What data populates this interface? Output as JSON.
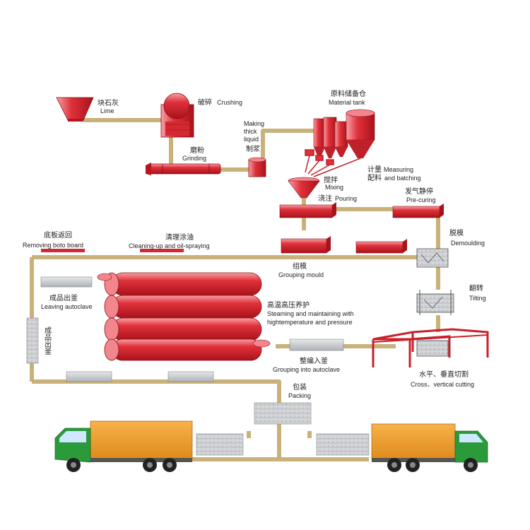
{
  "colors": {
    "conveyor": "#c8b27a",
    "equipment_red": "#e0313a",
    "equipment_dark": "#b8151f",
    "block_grey": "#c9ccd0",
    "truck_body": "#f0a032",
    "truck_cab": "#2a9a3a",
    "frame_red": "#c8202a"
  },
  "labels": {
    "lime_zh": "块石灰",
    "lime_en": "Lime",
    "crushing_zh": "破碎",
    "crushing_en": "Crushing",
    "grinding_zh": "磨粉",
    "grinding_en": "Grinding",
    "making_line1": "Making",
    "making_line2": "thick",
    "making_line3": "liquid",
    "making_zh": "制浆",
    "tank_zh": "原料储备仓",
    "tank_en": "Material tank",
    "measuring_zh": "计量",
    "measuring_en": "Measuring",
    "batching_zh": "配料",
    "batching_en": "and batching",
    "mixing_zh": "搅拌",
    "mixing_en": "Mixing",
    "pouring_zh": "浇注",
    "pouring_en": "Pouring",
    "precuring_zh": "发气静停",
    "precuring_en": "Pre-curing",
    "remove_zh": "底板返回",
    "remove_en": "Removing boto board",
    "clean_zh": "清理涂油",
    "clean_en": "Cleaning-up and oil-spraying",
    "demould_zh": "脱模",
    "demould_en": "Demoulding",
    "group_zh": "组模",
    "group_en": "Grouping mould",
    "leave_zh": "成品出釜",
    "leave_en": "Leaving autoclave",
    "steam_zh": "高温高压养护",
    "steam_en1": "Steaming and maintaining with",
    "steam_en2": "hightemperature and pressure",
    "tilt_zh": "翻转",
    "tilt_en": "Tilting",
    "vert_zh": "成品出釜",
    "into_zh": "整编入釜",
    "into_en": "Grouping into autoclave",
    "cut_zh": "水平、垂直切割",
    "cut_en": "Cross、vertical cutting",
    "pack_zh": "包装",
    "pack_en": "Packing"
  }
}
